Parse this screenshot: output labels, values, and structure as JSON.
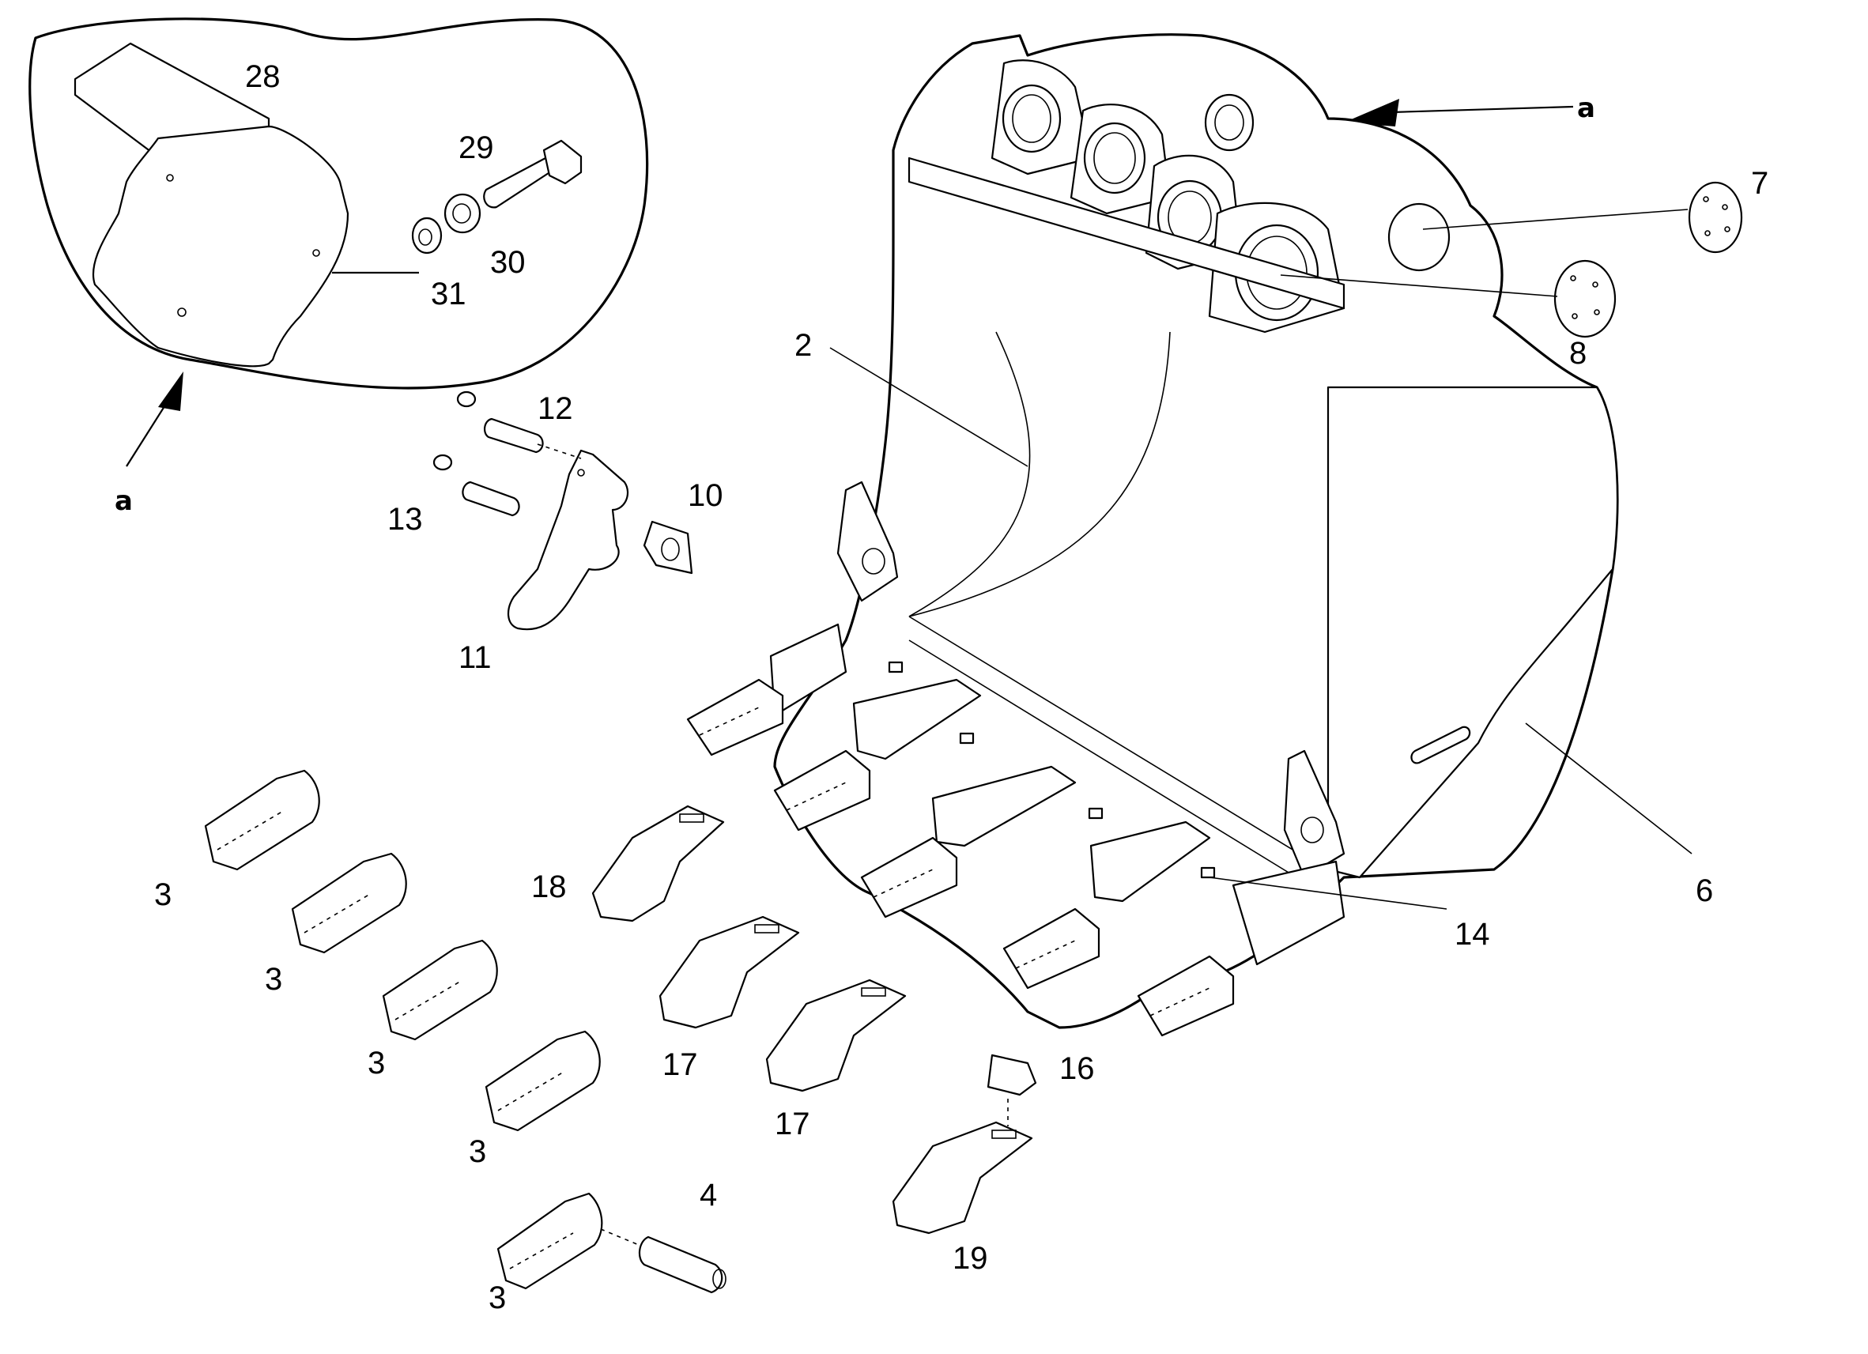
{
  "callouts": [
    {
      "id": "2",
      "text": "2"
    },
    {
      "id": "3a",
      "text": "3"
    },
    {
      "id": "3b",
      "text": "3"
    },
    {
      "id": "3c",
      "text": "3"
    },
    {
      "id": "3d",
      "text": "3"
    },
    {
      "id": "3e",
      "text": "3"
    },
    {
      "id": "4",
      "text": "4"
    },
    {
      "id": "6",
      "text": "6"
    },
    {
      "id": "7",
      "text": "7"
    },
    {
      "id": "8",
      "text": "8"
    },
    {
      "id": "10",
      "text": "10"
    },
    {
      "id": "11",
      "text": "11"
    },
    {
      "id": "12",
      "text": "12"
    },
    {
      "id": "13",
      "text": "13"
    },
    {
      "id": "14",
      "text": "14"
    },
    {
      "id": "16",
      "text": "16"
    },
    {
      "id": "17a",
      "text": "17"
    },
    {
      "id": "17b",
      "text": "17"
    },
    {
      "id": "18",
      "text": "18"
    },
    {
      "id": "19",
      "text": "19"
    },
    {
      "id": "28",
      "text": "28"
    },
    {
      "id": "29",
      "text": "29"
    },
    {
      "id": "30",
      "text": "30"
    },
    {
      "id": "31",
      "text": "31"
    }
  ],
  "view_markers": [
    {
      "id": "a_top",
      "text": "a"
    },
    {
      "id": "a_left",
      "text": "a"
    }
  ]
}
